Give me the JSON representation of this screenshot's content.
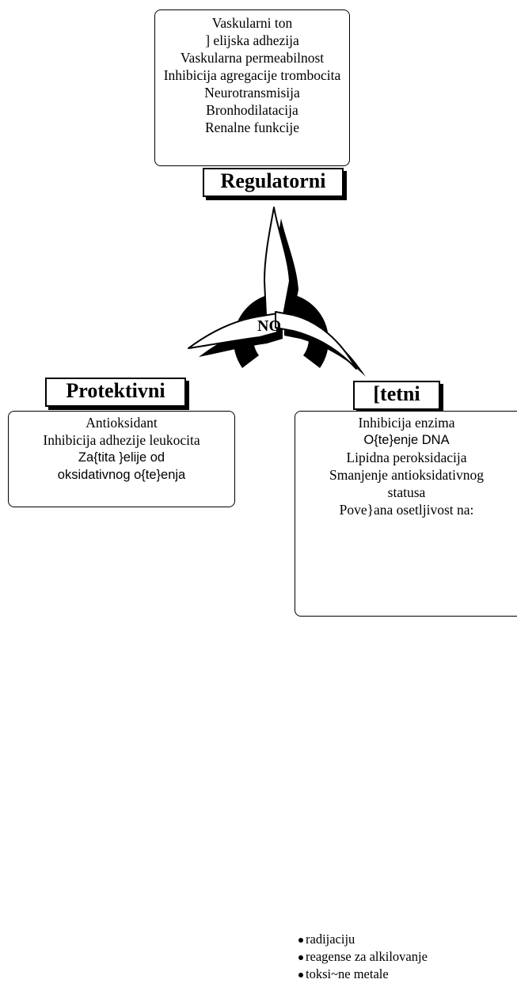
{
  "regulatory": {
    "title": "Regulatorni",
    "items": [
      "Vaskularni ton",
      "] elijska adhezija",
      "Vaskularna permeabilnost",
      "Inhibicija agregacije trombocita",
      "Neurotransmisija",
      "Bronhodilatacija",
      "Renalne funkcije"
    ]
  },
  "center": {
    "label": "NO"
  },
  "protective": {
    "title": "Protektivni",
    "items": [
      "Antioksidant",
      "Inhibicija adhezije leukocita",
      "Za{tita }elije od",
      "oksidativnog o{te}enja"
    ]
  },
  "harmful": {
    "title": "[tetni",
    "items": [
      "Inhibicija enzima",
      "O{te}enje DNA",
      "Lipidna peroksidacija",
      "Smanjenje antioksidativnog",
      "statusa",
      "Pove}ana osetljivost na:"
    ],
    "bullets": [
      "radijaciju",
      "reagense za alkilovanje",
      "toksi~ne metale"
    ]
  }
}
